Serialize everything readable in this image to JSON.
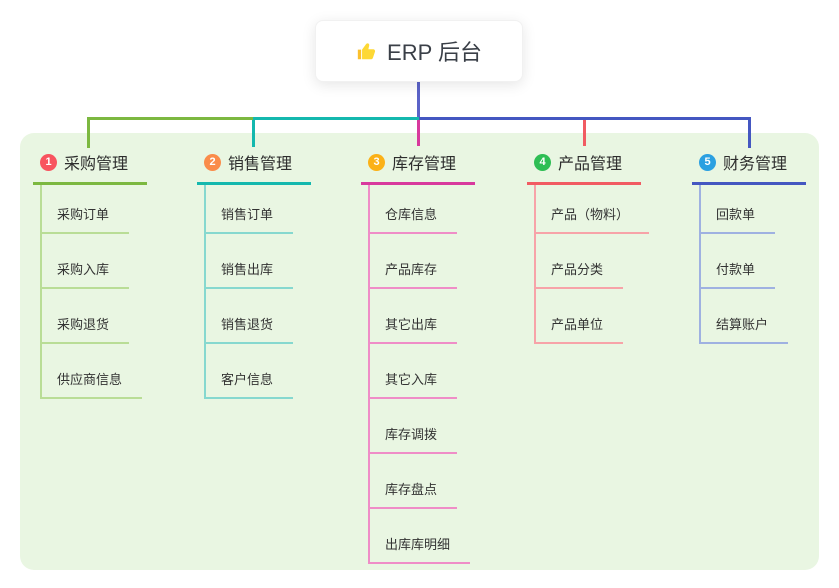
{
  "root": {
    "icon": "thumbs-up",
    "label": "ERP 后台"
  },
  "branches": [
    {
      "number": "1",
      "label": "采购管理",
      "badge_color": "#f8545f",
      "line_color": "#7cb840",
      "child_line_color": "#b9dd96",
      "children": [
        "采购订单",
        "采购入库",
        "采购退货",
        "供应商信息"
      ]
    },
    {
      "number": "2",
      "label": "销售管理",
      "badge_color": "#fa8c4a",
      "line_color": "#14b8ae",
      "child_line_color": "#86d8cf",
      "children": [
        "销售订单",
        "销售出库",
        "销售退货",
        "客户信息"
      ]
    },
    {
      "number": "3",
      "label": "库存管理",
      "badge_color": "#fbb117",
      "line_color": "#d8399d",
      "child_line_color": "#ef8dc7",
      "children": [
        "仓库信息",
        "产品库存",
        "其它出库",
        "其它入库",
        "库存调拨",
        "库存盘点",
        "出库库明细"
      ]
    },
    {
      "number": "4",
      "label": "产品管理",
      "badge_color": "#2ebe54",
      "line_color": "#f15b62",
      "child_line_color": "#f7a3a8",
      "children": [
        "产品（物料）",
        "产品分类",
        "产品单位"
      ]
    },
    {
      "number": "5",
      "label": "财务管理",
      "badge_color": "#2ba0e1",
      "line_color": "#4457c1",
      "child_line_color": "#9fb1e1",
      "children": [
        "回款单",
        "付款单",
        "结算账户"
      ]
    }
  ],
  "colors": {
    "canvas_bg": "#ffffff",
    "panel_bg": "#e9f6e2",
    "root_stem": "#5b63c8",
    "root_text": "#3a3f47"
  }
}
